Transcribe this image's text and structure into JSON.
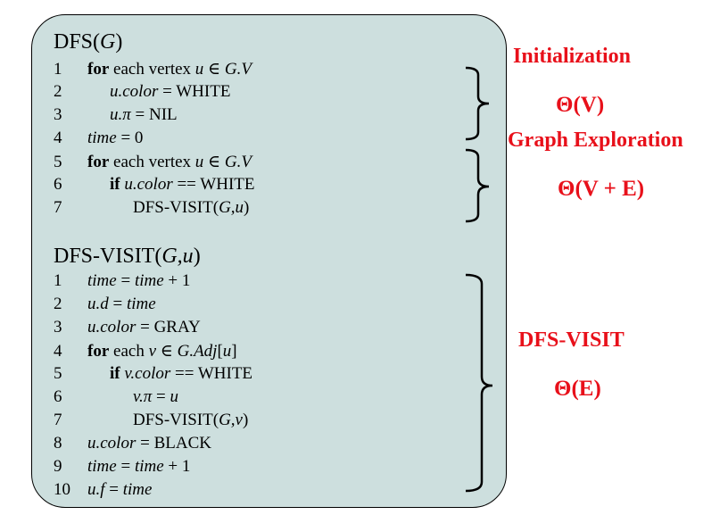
{
  "dfs": {
    "title_prefix": "DFS(",
    "title_var": "G",
    "title_suffix": ")",
    "lines": [
      {
        "n": "1",
        "parts": [
          {
            "t": "for",
            "s": "b"
          },
          {
            "t": " each vertex ",
            "s": ""
          },
          {
            "t": "u",
            "s": "i"
          },
          {
            "t": " ∈ ",
            "s": ""
          },
          {
            "t": "G.V",
            "s": "i"
          }
        ]
      },
      {
        "n": "2",
        "parts": [
          {
            "t": "u.color",
            "s": "i"
          },
          {
            "t": " = WHITE",
            "s": ""
          }
        ]
      },
      {
        "n": "3",
        "parts": [
          {
            "t": "u.π",
            "s": "i"
          },
          {
            "t": " = NIL",
            "s": ""
          }
        ]
      },
      {
        "n": "4",
        "parts": [
          {
            "t": "time",
            "s": "i"
          },
          {
            "t": " = 0",
            "s": ""
          }
        ]
      },
      {
        "n": "5",
        "parts": [
          {
            "t": "for",
            "s": "b"
          },
          {
            "t": " each vertex ",
            "s": ""
          },
          {
            "t": "u",
            "s": "i"
          },
          {
            "t": " ∈ ",
            "s": ""
          },
          {
            "t": "G.V",
            "s": "i"
          }
        ]
      },
      {
        "n": "6",
        "parts": [
          {
            "t": "if",
            "s": "b"
          },
          {
            "t": " ",
            "s": ""
          },
          {
            "t": "u.color",
            "s": "i"
          },
          {
            "t": " == WHITE",
            "s": ""
          }
        ]
      },
      {
        "n": "7",
        "parts": [
          {
            "t": "DFS-VISIT(",
            "s": ""
          },
          {
            "t": "G,u",
            "s": "i"
          },
          {
            "t": ")",
            "s": ""
          }
        ]
      }
    ]
  },
  "dfs_visit": {
    "title_prefix": "DFS-VISIT(",
    "title_var": "G,u",
    "title_suffix": ")",
    "lines": [
      {
        "n": "1",
        "parts": [
          {
            "t": "time",
            "s": "i"
          },
          {
            "t": " = ",
            "s": ""
          },
          {
            "t": "time",
            "s": "i"
          },
          {
            "t": " + 1",
            "s": ""
          }
        ]
      },
      {
        "n": "2",
        "parts": [
          {
            "t": "u.d",
            "s": "i"
          },
          {
            "t": " = ",
            "s": ""
          },
          {
            "t": "time",
            "s": "i"
          }
        ]
      },
      {
        "n": "3",
        "parts": [
          {
            "t": "u.color",
            "s": "i"
          },
          {
            "t": " = GRAY",
            "s": ""
          }
        ]
      },
      {
        "n": "4",
        "parts": [
          {
            "t": "for",
            "s": "b"
          },
          {
            "t": " each ",
            "s": ""
          },
          {
            "t": "v",
            "s": "i"
          },
          {
            "t": " ∈ ",
            "s": ""
          },
          {
            "t": "G.Adj",
            "s": "i"
          },
          {
            "t": "[",
            "s": ""
          },
          {
            "t": "u",
            "s": "i"
          },
          {
            "t": "]",
            "s": ""
          }
        ]
      },
      {
        "n": "5",
        "parts": [
          {
            "t": "if",
            "s": "b"
          },
          {
            "t": " ",
            "s": ""
          },
          {
            "t": "v.color",
            "s": "i"
          },
          {
            "t": " == WHITE",
            "s": ""
          }
        ]
      },
      {
        "n": "6",
        "parts": [
          {
            "t": "v.π",
            "s": "i"
          },
          {
            "t": " = ",
            "s": ""
          },
          {
            "t": "u",
            "s": "i"
          }
        ]
      },
      {
        "n": "7",
        "parts": [
          {
            "t": "DFS-VISIT(",
            "s": ""
          },
          {
            "t": "G,v",
            "s": "i"
          },
          {
            "t": ")",
            "s": ""
          }
        ]
      },
      {
        "n": "8",
        "parts": [
          {
            "t": "u.color",
            "s": "i"
          },
          {
            "t": " = BLACK",
            "s": ""
          }
        ]
      },
      {
        "n": "9",
        "parts": [
          {
            "t": "time",
            "s": "i"
          },
          {
            "t": " = ",
            "s": ""
          },
          {
            "t": "time",
            "s": "i"
          },
          {
            "t": " + 1",
            "s": ""
          }
        ]
      },
      {
        "n": "10",
        "parts": [
          {
            "t": "u.f",
            "s": "i"
          },
          {
            "t": " = ",
            "s": ""
          },
          {
            "t": "time",
            "s": "i"
          }
        ]
      }
    ]
  },
  "annotations": {
    "initialization": "Initialization",
    "theta_v": "Θ(V)",
    "graph_exploration": "Graph Exploration",
    "theta_v_e": "Θ(V + E)",
    "dfs_visit_label": "DFS-VISIT",
    "theta_e": "Θ(E)"
  },
  "colors": {
    "panel_fill": "#cddfde",
    "annotation": "#e8101a"
  }
}
